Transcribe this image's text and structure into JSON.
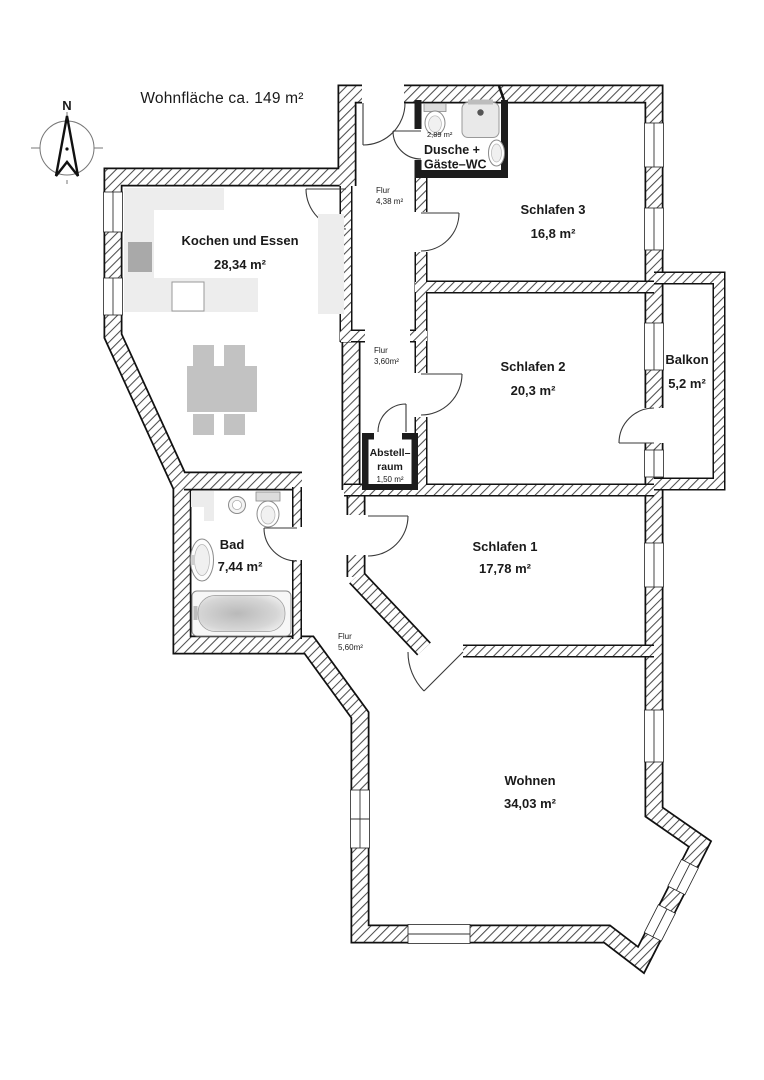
{
  "title": "Wohnfläche ca. 149 m²",
  "compass": {
    "north_label": "N"
  },
  "rooms": {
    "kochen": {
      "name": "Kochen und Essen",
      "area": "28,34 m²"
    },
    "schlafen3": {
      "name": "Schlafen 3",
      "area": "16,8 m²"
    },
    "schlafen2": {
      "name": "Schlafen 2",
      "area": "20,3 m²"
    },
    "schlafen1": {
      "name": "Schlafen 1",
      "area": "17,78 m²"
    },
    "wohnen": {
      "name": "Wohnen",
      "area": "34,03 m²"
    },
    "bad": {
      "name": "Bad",
      "area": "7,44 m²"
    },
    "balkon": {
      "name": "Balkon",
      "area": "5,2 m²"
    },
    "dusche": {
      "name_line1": "Dusche +",
      "name_line2": "Gäste–WC",
      "area": "2,89 m²"
    },
    "flur_oben": {
      "name": "Flur",
      "area": "4,38 m²"
    },
    "flur_mitte": {
      "name": "Flur",
      "area": "3,60m²"
    },
    "flur_unten": {
      "name": "Flur",
      "area": "5,60m²"
    },
    "abstellraum": {
      "name_line1": "Abstell–",
      "name_line2": "raum",
      "area": "1,50 m²"
    }
  },
  "colors": {
    "wall_line": "#1a1a1a",
    "fixture_gray": "#c2c2c2",
    "counter_gray": "#ededed"
  }
}
